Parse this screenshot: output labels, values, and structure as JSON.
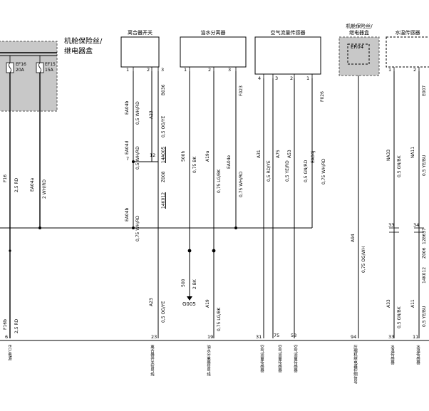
{
  "fusebox_left": {
    "title_line1": "机舱保险丝/",
    "title_line2": "继电器盒",
    "fuses": [
      {
        "name": "EF16",
        "rating": "20A"
      },
      {
        "name": "EF15",
        "rating": "15A"
      }
    ]
  },
  "connectors": {
    "clutch_switch": "离合器开关",
    "water_separator": "油水分离器",
    "air_flow_sensor": "空气流量传感器",
    "fusebox_right_line1": "机舱保险丝/",
    "fusebox_right_line2": "继电器盒",
    "relay": "ER04",
    "coolant_sensor": "水温传感器"
  },
  "pins": {
    "clutch": [
      "1",
      "2",
      "3"
    ],
    "water": [
      "1",
      "2",
      "3"
    ],
    "air": [
      "4",
      "3",
      "2",
      "1"
    ],
    "coolant": [
      "1",
      "2"
    ],
    "splice_7": "7",
    "splice_12": "12",
    "ecu_bottom": [
      "6",
      "23",
      "19",
      "31",
      "75",
      "53",
      "94",
      "33",
      "11"
    ],
    "p33_a": "33",
    "p33_b": "33",
    "p34": "34"
  },
  "wires": {
    "f16": "F16",
    "f16_spec": "2,5 RD",
    "ea04a": "EA04a",
    "ea04a_spec": "2 WH/RD",
    "f16b": "F16b",
    "f16b_spec": "2,5 RD",
    "ea04b_top": "EA04b",
    "ea04b_top_spec": "0,5 WH/RD",
    "a23_top": "A23",
    "a23_top_spec": "0,5 OG/YE",
    "b036": "B036",
    "ea04d": "EA04d",
    "ea04d_spec": "0,5 WH/RD",
    "splice_14a005": "14A005",
    "z008": "Z008",
    "splice_14k012": "14K012",
    "ea04b_mid": "EA04b",
    "ea04b_mid_spec": "0,75 WH/RD",
    "a23_low": "A23",
    "a23_low_spec": "0,5 OG/YE",
    "w500h": "500h",
    "w500h_spec": "0,75 BK",
    "a19a": "A19a",
    "a19a_spec": "0,75 LG/BK",
    "ea04e": "EA04e",
    "ea04e_spec": "0,75 WH/RD",
    "f023": "F023",
    "w500": "500",
    "w500_spec": "2 BK",
    "g005": "G005",
    "a19": "A19",
    "a19_spec": "0,75 LG/BK",
    "a31": "A31",
    "a31_spec": "0,5 RD/YE",
    "a75": "A75",
    "a75_spec": "0,5 YE/RD",
    "a53": "A53",
    "a53_spec": "0,5 GN/RD",
    "ea04j": "EA04j",
    "ea04j_spec": "0,75 WH/RD",
    "f026": "F026",
    "a94": "A94",
    "a94_spec": "0,75 OG/WH",
    "na33": "NA33",
    "na33_spec": "0,5 GN/BK",
    "na11": "NA11",
    "na11_spec": "0,5 YE/BU",
    "e007": "E007",
    "a33": "A33",
    "a33_spec": "0,5 GN/BK",
    "a11": "A11",
    "a11_spec": "0,5 YE/BU",
    "s14k012": "14K012",
    "z006": "Z006",
    "s128637": "128637"
  },
  "bottom_labels": {
    "ecu_power": "ECU电源",
    "clutch_signal": "离合器开关信号线",
    "water_signal": "油水分离器信号线",
    "air1": "空气流量传感器",
    "air2": "空气流量传感器",
    "air3": "空气流量传感器",
    "pressure": "压缩机继电器控制信号",
    "coolant_a": "水温传感器",
    "coolant_b": "水温传感器"
  }
}
